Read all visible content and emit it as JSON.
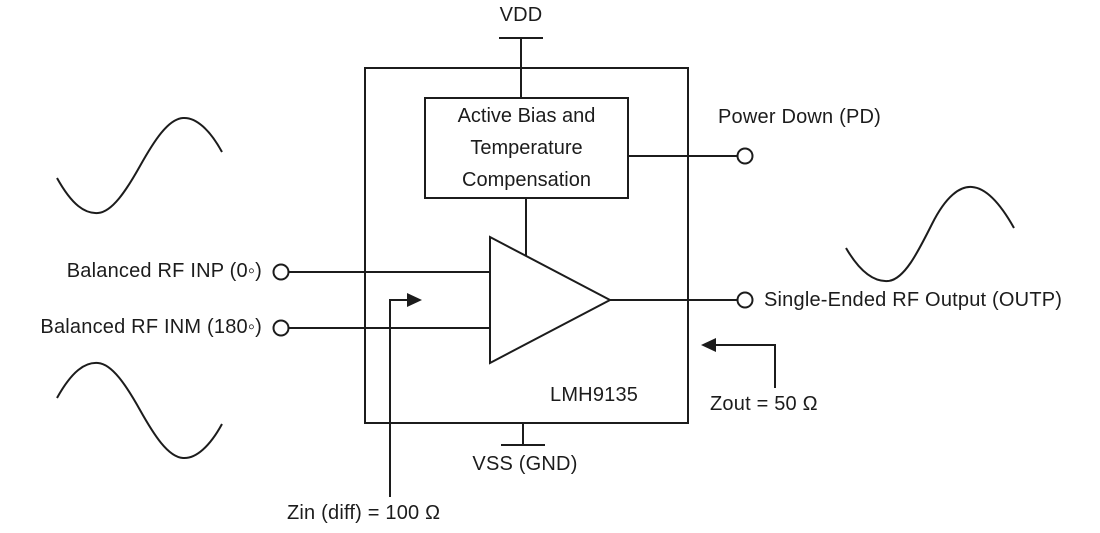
{
  "diagram": {
    "chip": {
      "name": "LMH9135",
      "bias_block_label": "Active Bias and Temperature Compensation"
    },
    "pins": {
      "vdd": "VDD",
      "vss": "VSS (GND)",
      "power_down": "Power Down (PD)",
      "input_p": "Balanced RF INP (0◦)",
      "input_m": "Balanced RF INM (180◦)",
      "output": "Single-Ended RF Output (OUTP)"
    },
    "annotations": {
      "zin": "Zin (diff) = 100 Ω",
      "zout": "Zout = 50 Ω"
    },
    "icons": {
      "amplifier": "right-pointing-triangle",
      "terminal": "open-circle",
      "sine_wave": "ac-signal-curve",
      "supply_rail": "t-bar",
      "ground": "t-bar"
    },
    "colors": {
      "line": "#1c1c1c",
      "background": "#ffffff"
    }
  }
}
